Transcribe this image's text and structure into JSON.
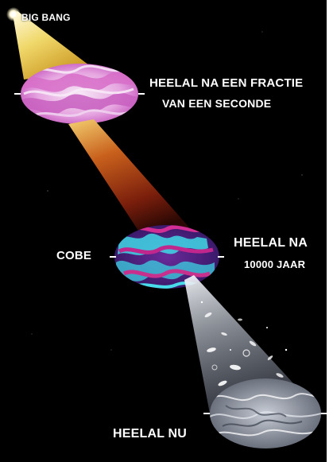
{
  "labels": {
    "big_bang": "BIG BANG",
    "early_universe_line1": "HEELAL NA EEN FRACTIE",
    "early_universe_line2": "VAN EEN SECONDE",
    "cobe": "COBE",
    "universe_10000_line1": "HEELAL NA",
    "universe_10000_line2": "10000 JAAR",
    "universe_now": "HEELAL NU"
  },
  "colors": {
    "background": "#000000",
    "text": "#ffffff",
    "beam_top": "#fffbe0",
    "beam_mid": "#e8c030",
    "cone_mid": "#b84a18",
    "cone_dark": "#3a0c04",
    "early_pink": "#d968c8",
    "early_light": "#f4e6f4",
    "cobe_cyan": "#3fd8e6",
    "cobe_magenta": "#c0268c",
    "now_gray": "#9aa2ae"
  }
}
